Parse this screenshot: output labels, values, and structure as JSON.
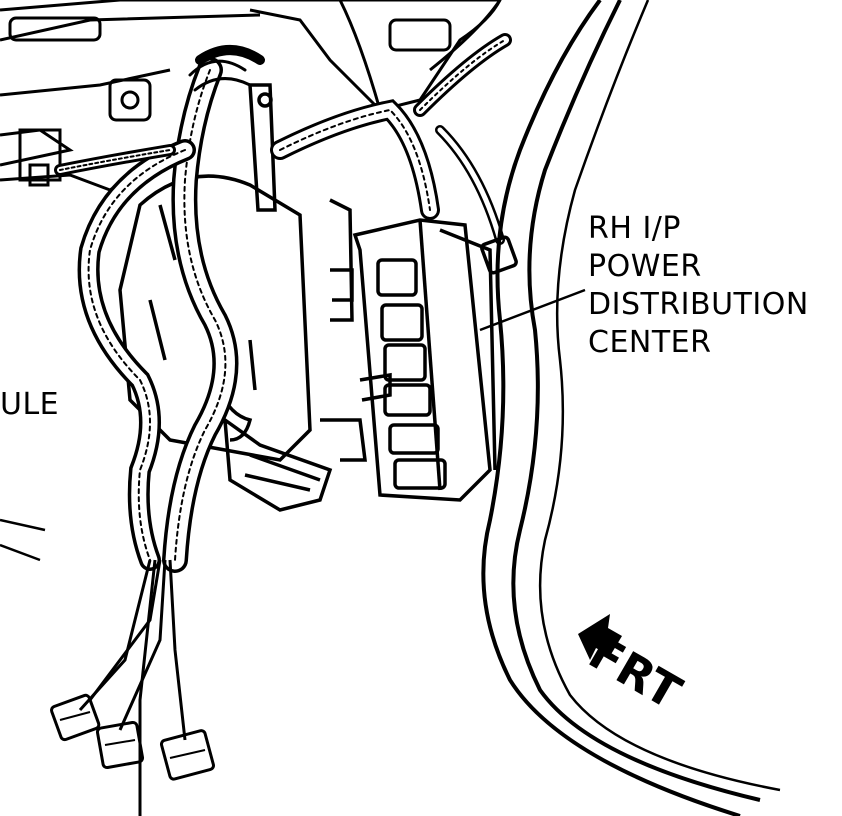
{
  "labels": {
    "pdc_line1": "RH I/P",
    "pdc_line2": "POWER",
    "pdc_line3": "DISTRIBUTION",
    "pdc_line4": "CENTER",
    "module_partial": "ULE",
    "front": "FRT"
  },
  "colors": {
    "ink": "#000000",
    "paper": "#ffffff"
  }
}
